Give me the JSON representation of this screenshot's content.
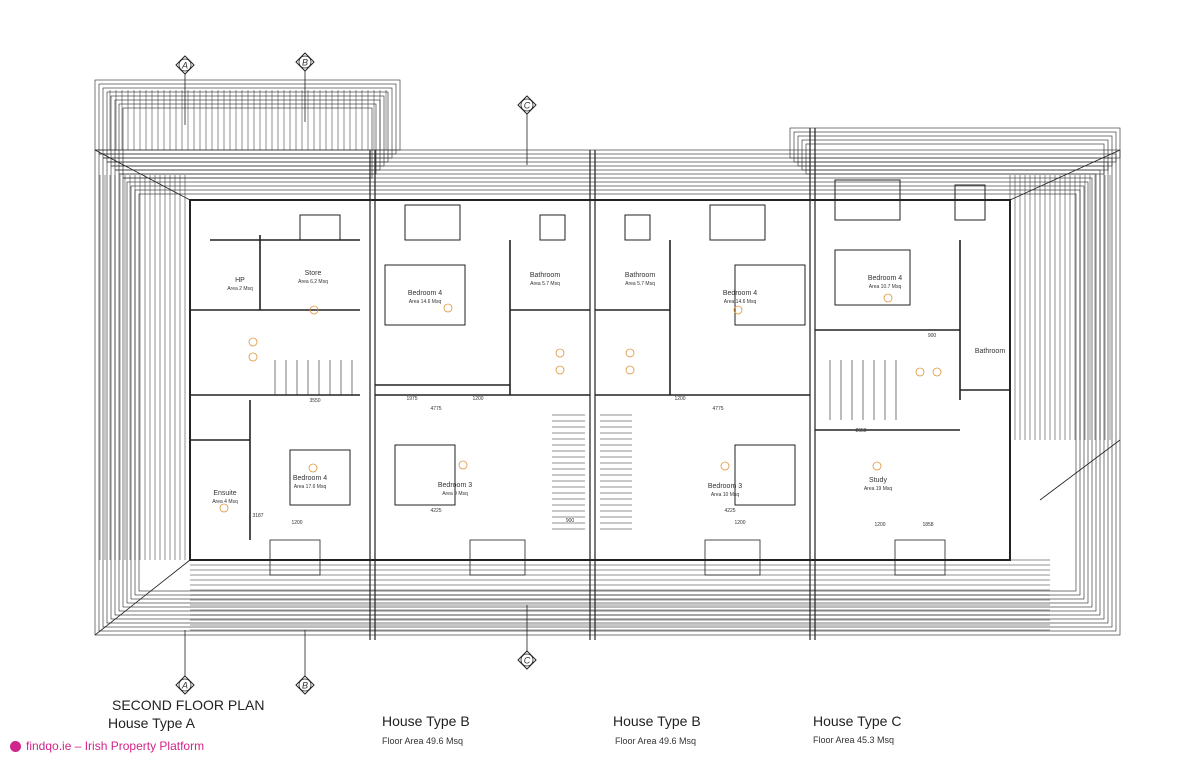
{
  "plan_title": "SECOND FLOOR PLAN",
  "houses": [
    {
      "name": "House Type A",
      "floor_area": ""
    },
    {
      "name": "House Type B",
      "floor_area": "Floor Area 49.6 Msq"
    },
    {
      "name": "House Type B",
      "floor_area": "Floor Area 49.6 Msq"
    },
    {
      "name": "House Type C",
      "floor_area": "Floor Area 45.3 Msq"
    }
  ],
  "rooms": [
    {
      "name": "Store",
      "area": "Area 6.2 Msq"
    },
    {
      "name": "HP",
      "area": "Area 2 Msq"
    },
    {
      "name": "Bedroom 4",
      "area": "Area 14.6 Msq"
    },
    {
      "name": "Bathroom",
      "area": "Area 5.7 Msq"
    },
    {
      "name": "Bathroom",
      "area": "Area 5.7 Msq"
    },
    {
      "name": "Bedroom 4",
      "area": "Area 14.6 Msq"
    },
    {
      "name": "Bedroom 4",
      "area": "Area 10.7 Msq"
    },
    {
      "name": "Bathroom",
      "area": ""
    },
    {
      "name": "Bedroom 4",
      "area": "Area 17.6 Msq"
    },
    {
      "name": "Ensuite",
      "area": "Area 4 Msq"
    },
    {
      "name": "Bedroom 3",
      "area": "Area 9 Msq"
    },
    {
      "name": "Bedroom 3",
      "area": "Area 10 Msq"
    },
    {
      "name": "Study",
      "area": "Area 19 Msq"
    }
  ],
  "dimensions": [
    "1975",
    "1200",
    "4775",
    "4775",
    "1200",
    "3550",
    "4225",
    "4225",
    "1200",
    "1200",
    "2650",
    "1200",
    "1858",
    "3187",
    "900",
    "900"
  ],
  "section_markers": [
    "A",
    "B",
    "C",
    "A",
    "B",
    "C"
  ],
  "watermark": "findqo.ie – Irish Property Platform",
  "colors": {
    "lines": "#222222",
    "room_tags": "#e0953a",
    "watermark": "#d0258a"
  }
}
